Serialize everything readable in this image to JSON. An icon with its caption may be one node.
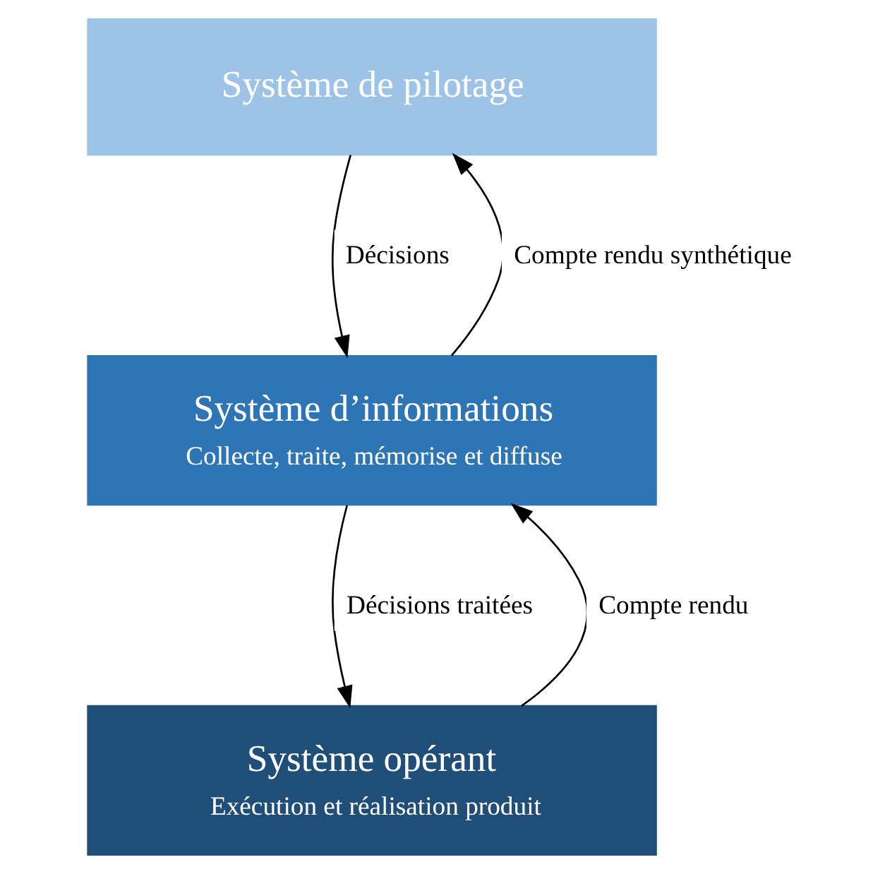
{
  "diagram": {
    "nodes": [
      {
        "text": [
          "Système de pilotage"
        ]
      },
      {
        "text": [
          "Système d’informations",
          "Collecte, traite, mémorise et diffuse"
        ]
      },
      {
        "text": [
          "Système opérant",
          "Exécution et réalisation produit"
        ]
      }
    ],
    "edges": [
      {
        "from": 1,
        "to": 0,
        "arrow": "to",
        "label": "Compte rendu synthétique"
      },
      {
        "from": 0,
        "to": 1,
        "arrow": "to",
        "label": "Décisions"
      },
      {
        "from": 2,
        "to": 1,
        "arrow": "to",
        "label": "Compte rendu"
      },
      {
        "from": 1,
        "to": 2,
        "arrow": "to",
        "label": "Décisions traitées"
      }
    ]
  }
}
